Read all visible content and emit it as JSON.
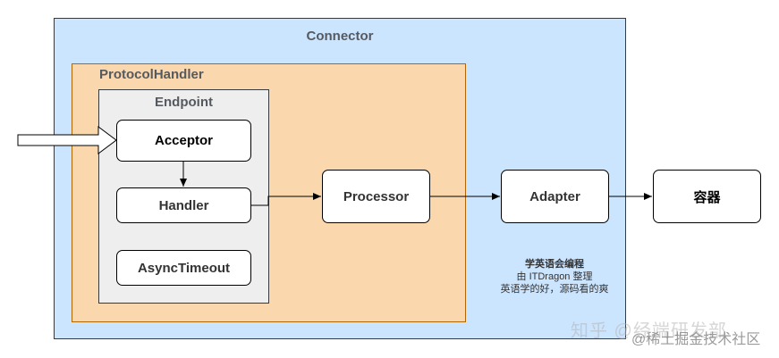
{
  "containers": {
    "connector": "Connector",
    "protocol_handler": "ProtocolHandler",
    "endpoint": "Endpoint"
  },
  "nodes": {
    "acceptor": "Acceptor",
    "handler": "Handler",
    "async_timeout": "AsyncTimeout",
    "processor": "Processor",
    "adapter": "Adapter",
    "container": "容器"
  },
  "note": {
    "line1": "学英语会编程",
    "line2": "由 ITDragon 整理",
    "line3": "英语学的好，源码看的爽"
  },
  "watermark": {
    "zhihu": "知乎 @经端研发部",
    "juejin": "@稀土掘金技术社区"
  },
  "colors": {
    "connector_fill": "#cce5ff",
    "protocol_fill": "#fad7ac",
    "endpoint_fill": "#eeeeee"
  }
}
